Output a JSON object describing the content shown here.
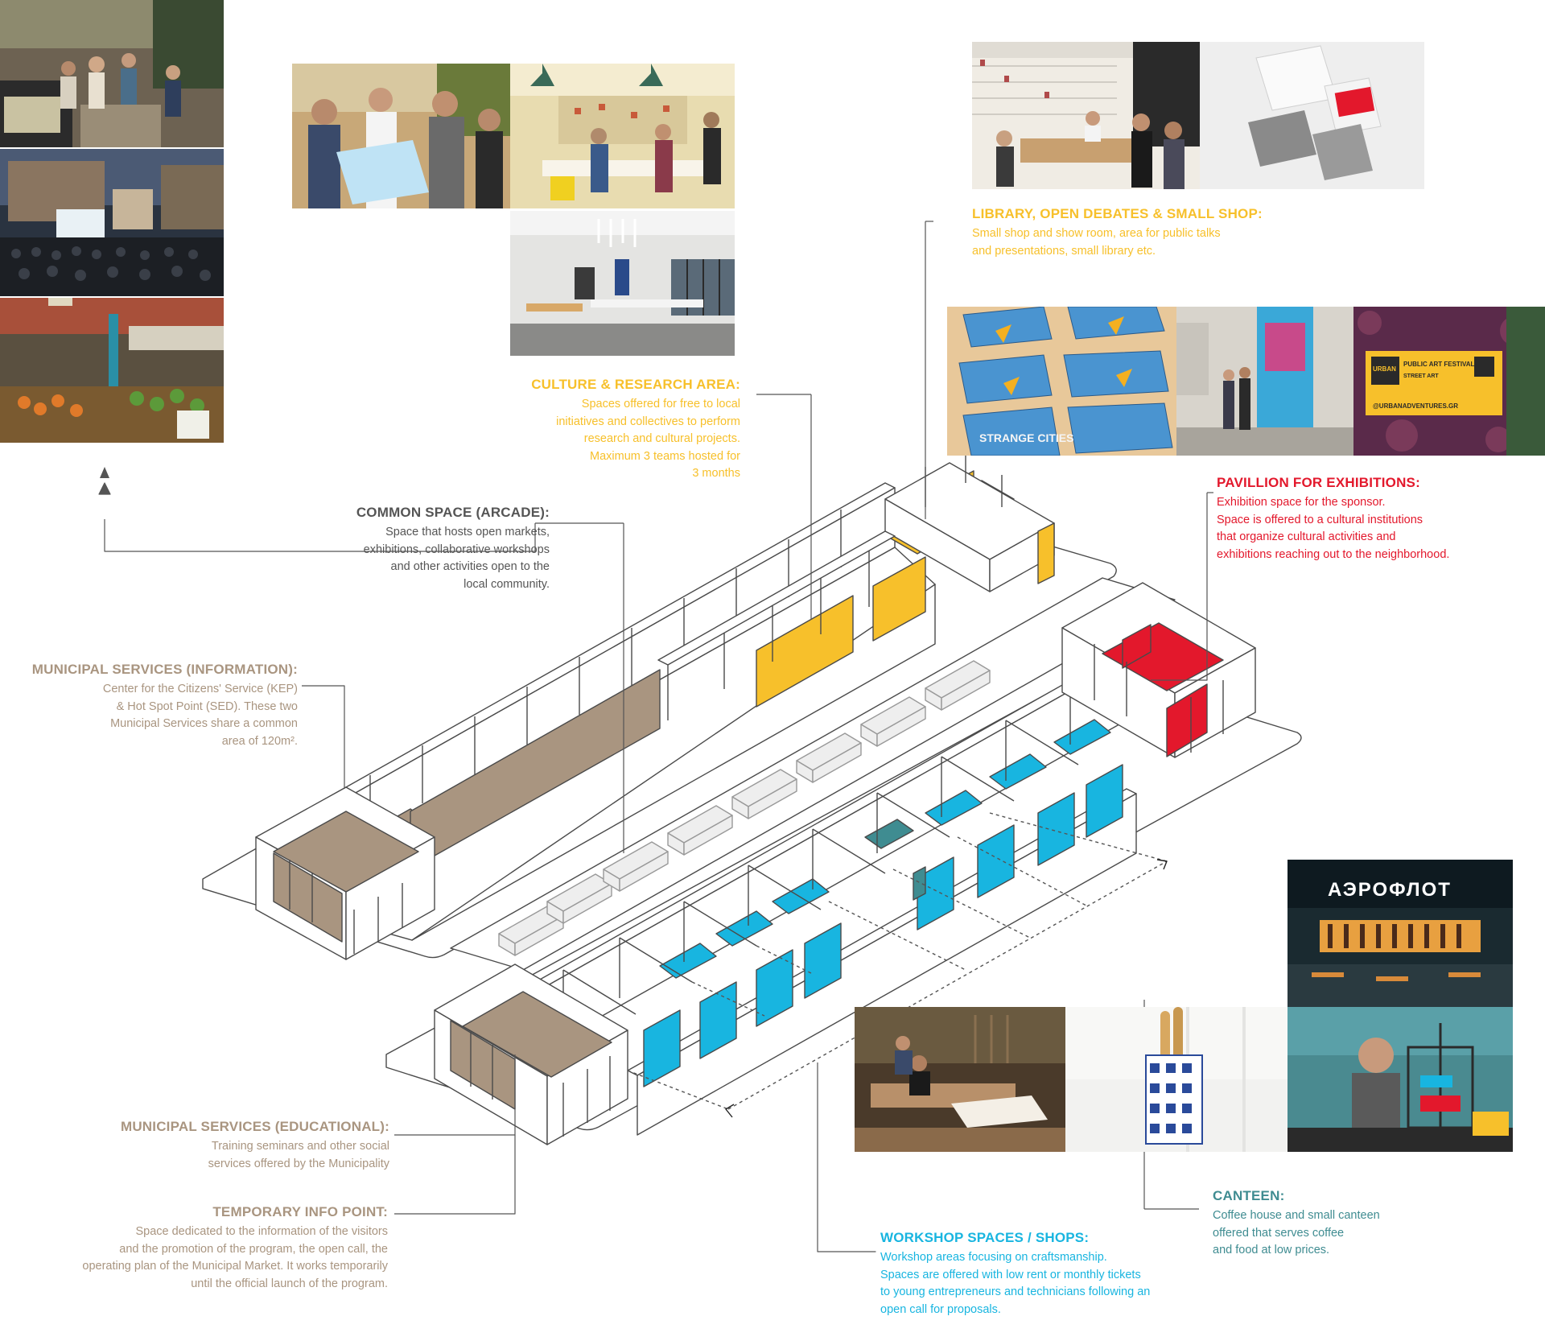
{
  "colors": {
    "yellow": "#f7c02b",
    "red": "#e3182c",
    "blue": "#18b5e0",
    "brown": "#a99580",
    "teal": "#3f8c91",
    "grey": "#555555",
    "line": "#4a4a4a"
  },
  "labels": {
    "library": {
      "title": "LIBRARY, OPEN DEBATES & SMALL SHOP:",
      "lines": [
        "Small shop and show room, area for public talks",
        "and presentations, small library etc."
      ]
    },
    "culture": {
      "title": "CULTURE & RESEARCH AREA:",
      "lines": [
        "Spaces offered for free to local",
        "initiatives and collectives to perform",
        "research and cultural projects.",
        "Maximum 3 teams hosted for",
        "3 months"
      ]
    },
    "common": {
      "title": "COMMON SPACE (ARCADE):",
      "lines": [
        "Space that hosts open markets,",
        "exhibitions, collaborative workshops",
        "and other activities open to the",
        "local community."
      ]
    },
    "pavillion": {
      "title": "PAVILLION FOR EXHIBITIONS:",
      "lines": [
        "Exhibition space for the sponsor.",
        "Space is offered to a cultural institutions",
        "that organize cultural activities and",
        "exhibitions reaching out to the neighborhood."
      ]
    },
    "municipal_info": {
      "title": "MUNICIPAL SERVICES (INFORMATION):",
      "lines": [
        "Center for the Citizens' Service (KEP)",
        "& Hot Spot Point (SED). These two",
        "Municipal Services share a common",
        "area of 120m²."
      ]
    },
    "municipal_edu": {
      "title": "MUNICIPAL SERVICES (EDUCATIONAL):",
      "lines": [
        "Training seminars and other social",
        "services offered by the Municipality"
      ]
    },
    "temporary": {
      "title": "TEMPORARY INFO POINT:",
      "lines": [
        "Space dedicated to the information of the visitors",
        "and the promotion of the program, the open call, the",
        "operating plan of the Municipal Market. It works temporarily",
        "until the official launch of the program."
      ]
    },
    "workshop": {
      "title": "WORKSHOP SPACES / SHOPS:",
      "lines": [
        "Workshop areas focusing on craftsmanship.",
        "Spaces are offered with low rent or monthly tickets",
        "to young entrepreneurs and technicians following an",
        "open call for proposals."
      ]
    },
    "canteen": {
      "title": "CANTEEN:",
      "lines": [
        "Coffee house and small canteen",
        "offered that serves coffee",
        "and food at low prices."
      ]
    }
  },
  "photos": [
    {
      "id": "market-street",
      "scene": "street-market"
    },
    {
      "id": "outdoor-cinema",
      "scene": "night-cinema"
    },
    {
      "id": "food-market",
      "scene": "market-stalls"
    },
    {
      "id": "map-tour",
      "scene": "people-map"
    },
    {
      "id": "workshop-room",
      "scene": "workroom"
    },
    {
      "id": "coworking-office",
      "scene": "office"
    },
    {
      "id": "library-debate",
      "scene": "library"
    },
    {
      "id": "printed-cards",
      "scene": "cards"
    },
    {
      "id": "magazines",
      "scene": "magazines"
    },
    {
      "id": "gallery-visitors",
      "scene": "gallery"
    },
    {
      "id": "festival-sign",
      "scene": "sign"
    },
    {
      "id": "aeroflot-cafe",
      "scene": "cafe"
    },
    {
      "id": "carpentry",
      "scene": "carpentry"
    },
    {
      "id": "bread-bag",
      "scene": "bag"
    },
    {
      "id": "3d-printer",
      "scene": "printer"
    }
  ],
  "photo_texts": {
    "magazine_cover": "STRANGE CITIES",
    "sign_brand": "URBAN",
    "sign_title": "PUBLIC ART FESTIVAL",
    "sign_sub": "STREET ART",
    "sign_handle": "@URBANADVENTURES.GR",
    "cafe_sign": "АЭРОФЛОТ"
  }
}
